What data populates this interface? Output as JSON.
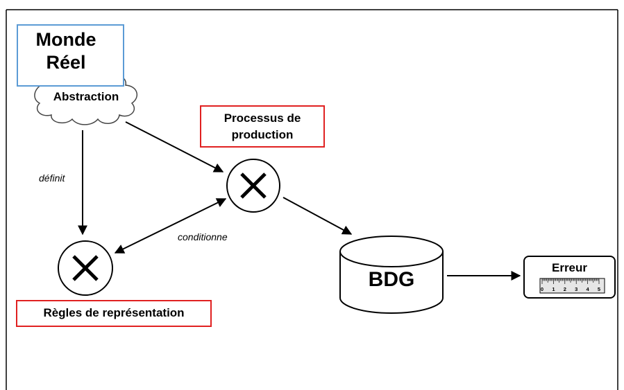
{
  "diagram": {
    "monde_reel": "Monde Réel",
    "abstraction": "Abstraction",
    "processus": "Processus de production",
    "regles": "Règles de représentation",
    "bdg": "BDG",
    "erreur": "Erreur",
    "edge_definit": "définit",
    "edge_conditionne": "conditionne",
    "ruler_ticks": [
      "0",
      "1",
      "2",
      "3",
      "4",
      "5"
    ]
  },
  "colors": {
    "monde_border": "#5b9bd5",
    "highlight_border": "#e02020",
    "line": "#000000"
  }
}
